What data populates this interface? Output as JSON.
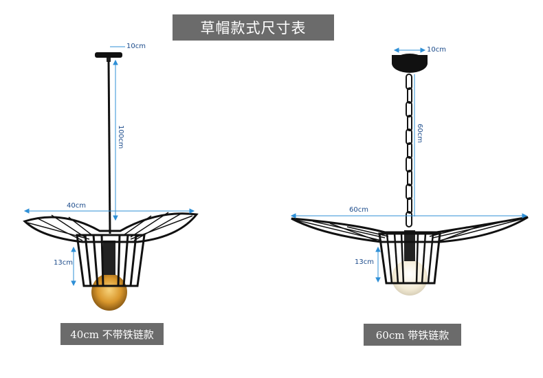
{
  "title": "草帽款式尺寸表",
  "lamps": [
    {
      "caption": "40cm 不带铁链款",
      "canopy_dim": "10cm",
      "drop_dim": "100cm",
      "width_dim": "40cm",
      "height_dim": "13cm"
    },
    {
      "caption": "60cm 带铁链款",
      "canopy_dim": "10cm",
      "drop_dim": "60cm",
      "width_dim": "60cm",
      "height_dim": "13cm"
    }
  ],
  "colors": {
    "banner": "#6b6b6b",
    "dimension_line": "#2e8fd6",
    "dimension_text": "#1a4a8a",
    "metal": "#111111",
    "bulb_amber": "#e0a13a"
  }
}
